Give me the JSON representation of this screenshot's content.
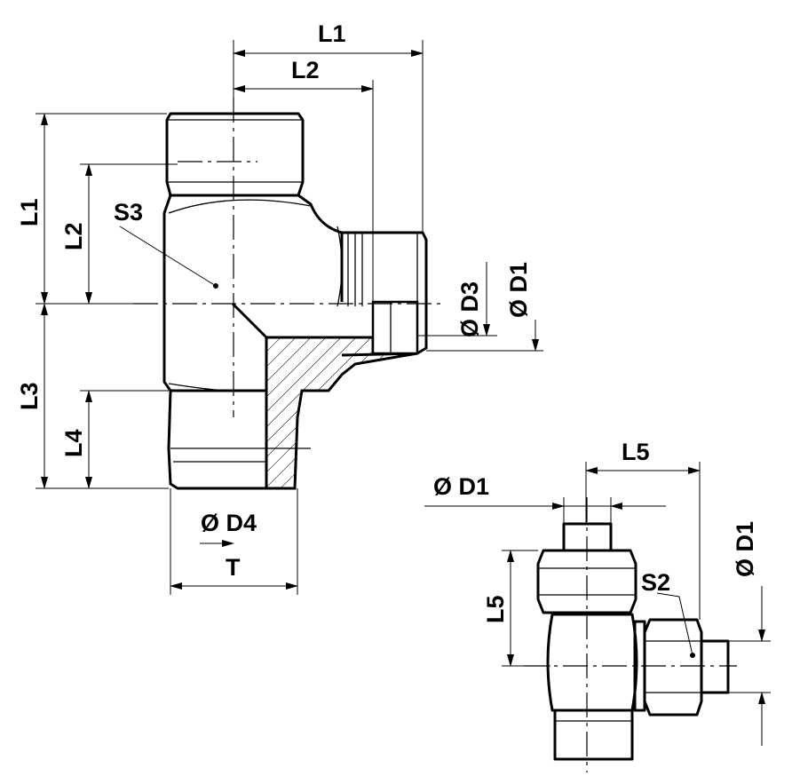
{
  "main_view": {
    "labels": {
      "l1_top": "L1",
      "l2_top": "L2",
      "l1_left": "L1",
      "l2_left": "L2",
      "s3": "S3",
      "l3": "L3",
      "l4": "L4",
      "d4": "Ø D4",
      "t": "T",
      "d3": "Ø D3",
      "d1": "Ø D1"
    }
  },
  "side_view": {
    "labels": {
      "l5_top": "L5",
      "d1_top": "Ø D1",
      "l5_left": "L5",
      "s2": "S2",
      "d1_right": "Ø D1"
    }
  }
}
